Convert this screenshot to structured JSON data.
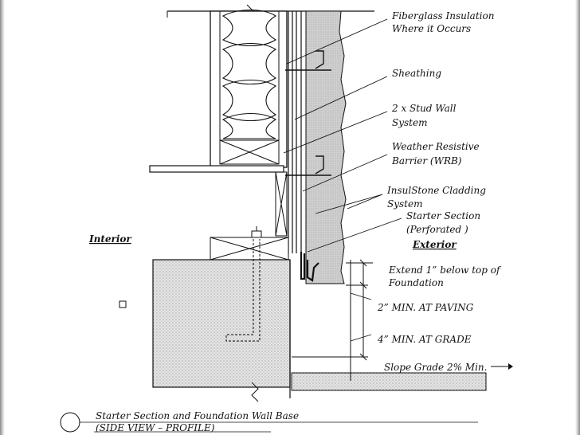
{
  "labels": {
    "fiberglass_1": "Fiberglass Insulation",
    "fiberglass_2": "Where it Occurs",
    "sheathing": "Sheathing",
    "stud_1": "2 x Stud Wall",
    "stud_2": "System",
    "wrb_1": "Weather Resistive",
    "wrb_2": "Barrier (WRB)",
    "cladding_1": "InsulStone Cladding",
    "cladding_2": "System",
    "starter_1": "Starter Section",
    "starter_2": "(Perforated )",
    "exterior": "Exterior",
    "interior": "Interior",
    "extend_1": "Extend 1” below top of",
    "extend_2": "Foundation",
    "paving": "2” MIN. AT  PAVING",
    "grade": "4” MIN. AT GRADE",
    "slope": "Slope Grade 2% Min.",
    "caption_1": "Starter Section and Foundation Wall Base",
    "caption_2": "(SIDE VIEW – PROFILE)"
  },
  "colors": {
    "stone": "#d6d6d6",
    "concrete": "#dcdcdc",
    "line": "#111111"
  }
}
